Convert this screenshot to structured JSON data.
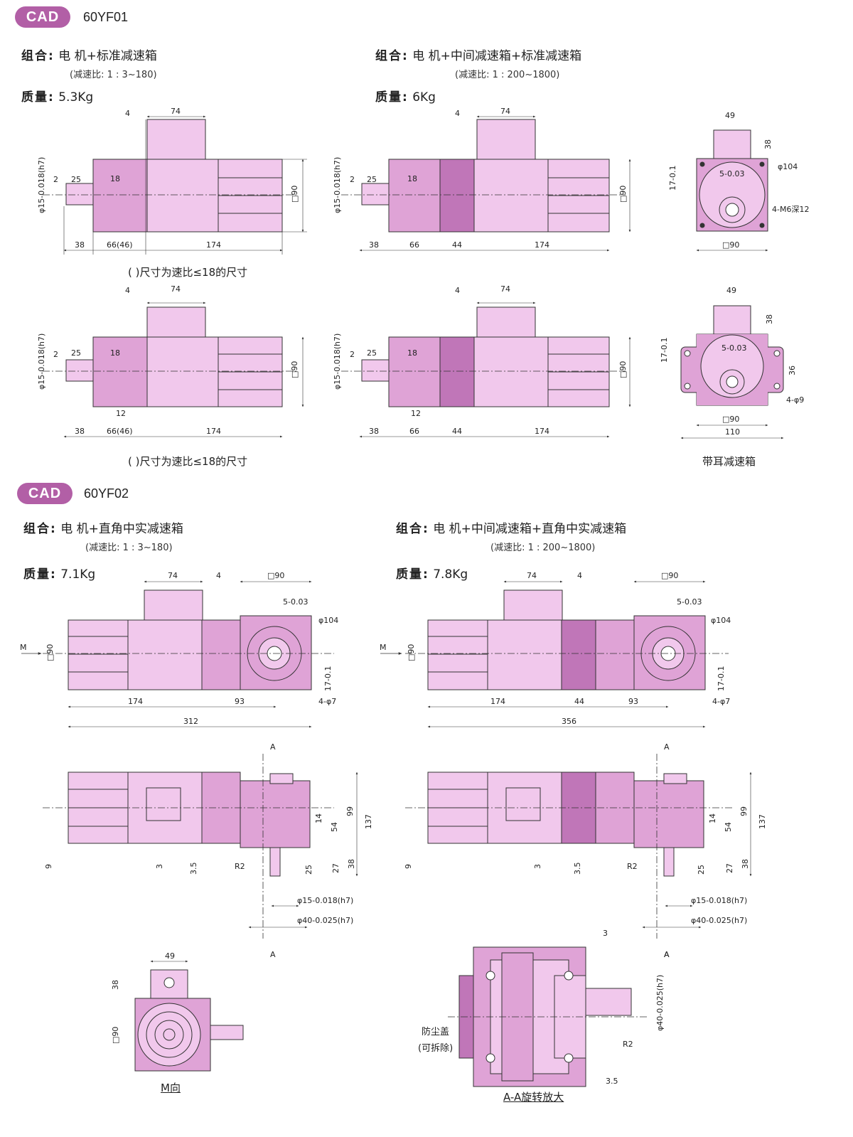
{
  "colors": {
    "badge": "#b25fa6",
    "light": "#f1c8ec",
    "mid": "#dfa3d6",
    "dark": "#c076b8",
    "line": "#333333"
  },
  "section1": {
    "badge": "CAD",
    "model": "60YF01",
    "left": {
      "combo_label": "组合:",
      "combo_value": "电 机+标准减速箱",
      "ratio": "(减速比: 1 : 3~180)",
      "mass_label": "质量:",
      "mass_value": "5.3Kg"
    },
    "right": {
      "combo_label": "组合:",
      "combo_value": "电 机+中间减速箱+标准减速箱",
      "ratio": "(减速比: 1 : 200~1800)",
      "mass_label": "质量:",
      "mass_value": "6Kg"
    },
    "note1": "( )尺寸为速比≤18的尺寸",
    "note2": "( )尺寸为速比≤18的尺寸",
    "ear_caption": "带耳减速箱"
  },
  "section2": {
    "badge": "CAD",
    "model": "60YF02",
    "left": {
      "combo_label": "组合:",
      "combo_value": "电 机+直角中实减速箱",
      "ratio": "(减速比: 1 : 3~180)",
      "mass_label": "质量:",
      "mass_value": "7.1Kg"
    },
    "right": {
      "combo_label": "组合:",
      "combo_value": "电 机+中间减速箱+直角中实减速箱",
      "ratio": "(减速比: 1 : 200~1800)",
      "mass_label": "质量:",
      "mass_value": "7.8Kg"
    },
    "m_view": "M向",
    "aa_caption": "A-A旋转放大",
    "dust_cover": "防尘盖",
    "removable": "(可拆除)"
  },
  "dims": {
    "d4": "4",
    "d74": "74",
    "d49": "49",
    "d38": "38",
    "d18": "18",
    "d2": "2",
    "d25": "25",
    "d66_46": "66(46)",
    "d66": "66",
    "d44": "44",
    "d174": "174",
    "d90": "□90",
    "d104": "φ104",
    "d5": "5-0.03",
    "d17": "17-0.1",
    "m6": "4-M6深12",
    "d12": "12",
    "d36": "36",
    "d9hole": "4-φ9",
    "d110": "110",
    "shaft15": "φ15-0.018(h7)",
    "d93": "93",
    "d312": "312",
    "d356": "356",
    "hole7": "4-φ7",
    "arrowM": "M",
    "secA": "A",
    "d14": "14",
    "d54": "54",
    "d99": "99",
    "d137": "137",
    "d9": "9",
    "d3": "3",
    "d35": "3.5",
    "r2": "R2",
    "d27": "27",
    "shaft40": "φ40-0.025(h7)"
  }
}
